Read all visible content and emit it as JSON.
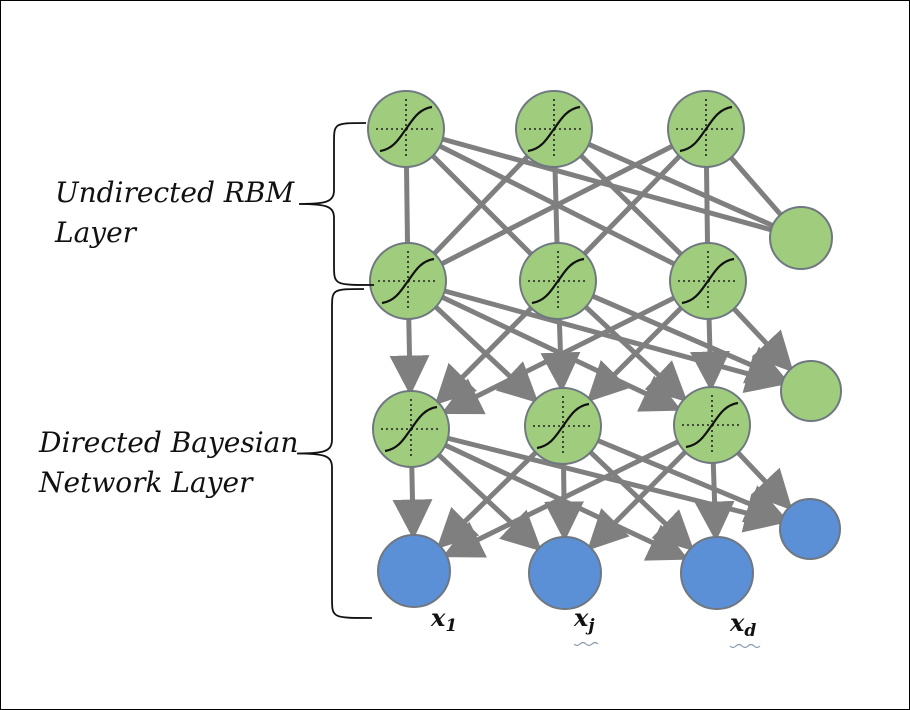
{
  "labels": {
    "rbm_line1": "Undirected RBM",
    "rbm_line2": "Layer",
    "bn_line1": "Directed Bayesian",
    "bn_line2": "Network Layer"
  },
  "inputs": [
    {
      "main": "x",
      "sub": "1"
    },
    {
      "main": "x",
      "sub": "j"
    },
    {
      "main": "x",
      "sub": "d"
    }
  ],
  "colors": {
    "hidden_fill": "#9fcd7d",
    "visible_fill": "#5b8fd6",
    "node_stroke": "#6f7780",
    "edge": "#7f7f7f",
    "brace": "#111111"
  }
}
